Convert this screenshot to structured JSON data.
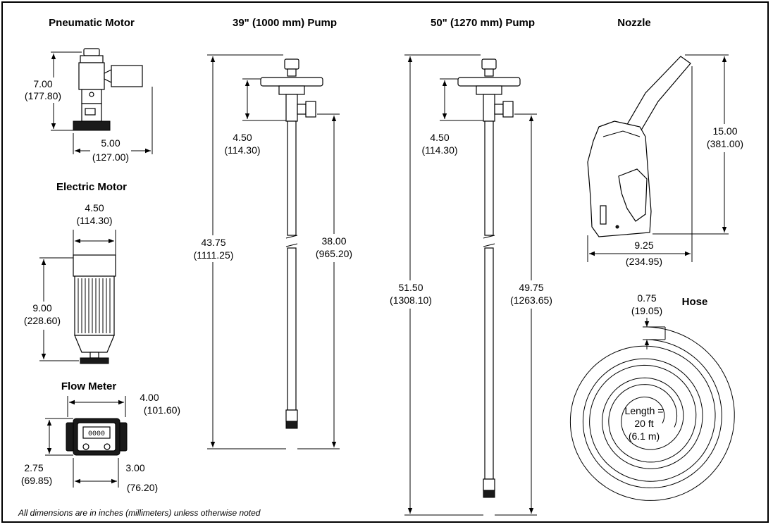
{
  "titles": {
    "pneumatic_motor": "Pneumatic Motor",
    "pump_39": "39\" (1000 mm) Pump",
    "pump_50": "50\" (1270 mm) Pump",
    "nozzle": "Nozzle",
    "electric_motor": "Electric Motor",
    "flow_meter": "Flow Meter",
    "hose": "Hose"
  },
  "pneumatic_motor": {
    "height": "7.00",
    "height_mm": "(177.80)",
    "width": "5.00",
    "width_mm": "(127.00)"
  },
  "electric_motor": {
    "width": "4.50",
    "width_mm": "(114.30)",
    "height": "9.00",
    "height_mm": "(228.60)"
  },
  "flow_meter": {
    "length": "4.00",
    "length_mm": "(101.60)",
    "height": "2.75",
    "height_mm": "(69.85)",
    "width": "3.00",
    "width_mm": "(76.20)",
    "display": "0000"
  },
  "pump_39": {
    "head": "4.50",
    "head_mm": "(114.30)",
    "overall": "43.75",
    "overall_mm": "(1111.25)",
    "tube": "38.00",
    "tube_mm": "(965.20)"
  },
  "pump_50": {
    "head": "4.50",
    "head_mm": "(114.30)",
    "overall": "51.50",
    "overall_mm": "(1308.10)",
    "tube": "49.75",
    "tube_mm": "(1263.65)"
  },
  "nozzle": {
    "height": "15.00",
    "height_mm": "(381.00)",
    "width": "9.25",
    "width_mm": "(234.95)"
  },
  "hose": {
    "diameter": "0.75",
    "diameter_mm": "(19.05)",
    "length_line1": "Length =",
    "length_line2": "20 ft",
    "length_line3": "(6.1 m)"
  },
  "footnote": "All dimensions are in inches (millimeters) unless otherwise noted"
}
